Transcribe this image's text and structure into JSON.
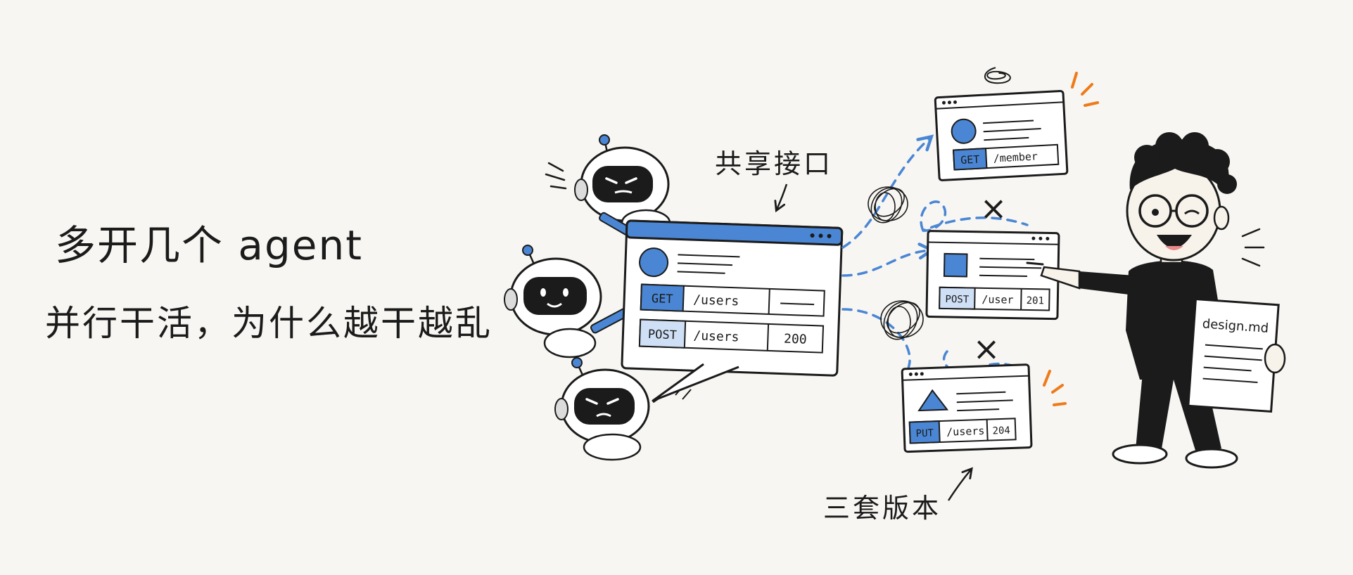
{
  "headline": {
    "line1": "多开几个 agent",
    "line2": "并行干活，为什么越干越乱"
  },
  "labels": {
    "shared_interface": "共享接口",
    "three_versions": "三套版本",
    "doc_title": "design.md"
  },
  "shared_window": {
    "rows": [
      {
        "method": "GET",
        "path": "/users",
        "status": ""
      },
      {
        "method": "POST",
        "path": "/users",
        "status": "200"
      }
    ]
  },
  "versions": [
    {
      "method": "GET",
      "path": "/member",
      "status": "",
      "shape": "circle"
    },
    {
      "method": "POST",
      "path": "/user",
      "status": "201",
      "shape": "square"
    },
    {
      "method": "PUT",
      "path": "/users",
      "status": "204",
      "shape": "triangle"
    }
  ],
  "marks": {
    "cross": "×"
  },
  "colors": {
    "accent": "#4a86d4",
    "accent_light": "#cfe0f6",
    "ink": "#1b1b1b",
    "warning": "#ef7a1a",
    "background": "#f7f6f2"
  }
}
